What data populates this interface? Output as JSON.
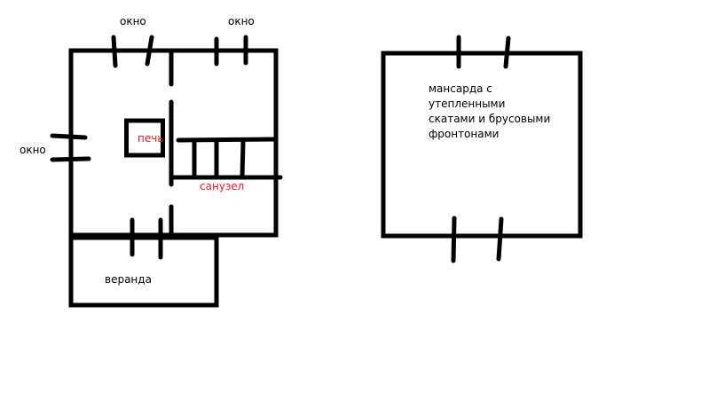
{
  "labels": {
    "window_top_left": "окно",
    "window_top_right": "окно",
    "window_left": "окно",
    "stove": "печь",
    "bathroom": "санузел",
    "veranda": "веранда",
    "attic_lines": [
      "мансарда с",
      "утепленными",
      "скатами и брусовыми",
      "фронтонами"
    ]
  },
  "colors": {
    "line": "#000000",
    "accent_text": "#ed1c24"
  }
}
